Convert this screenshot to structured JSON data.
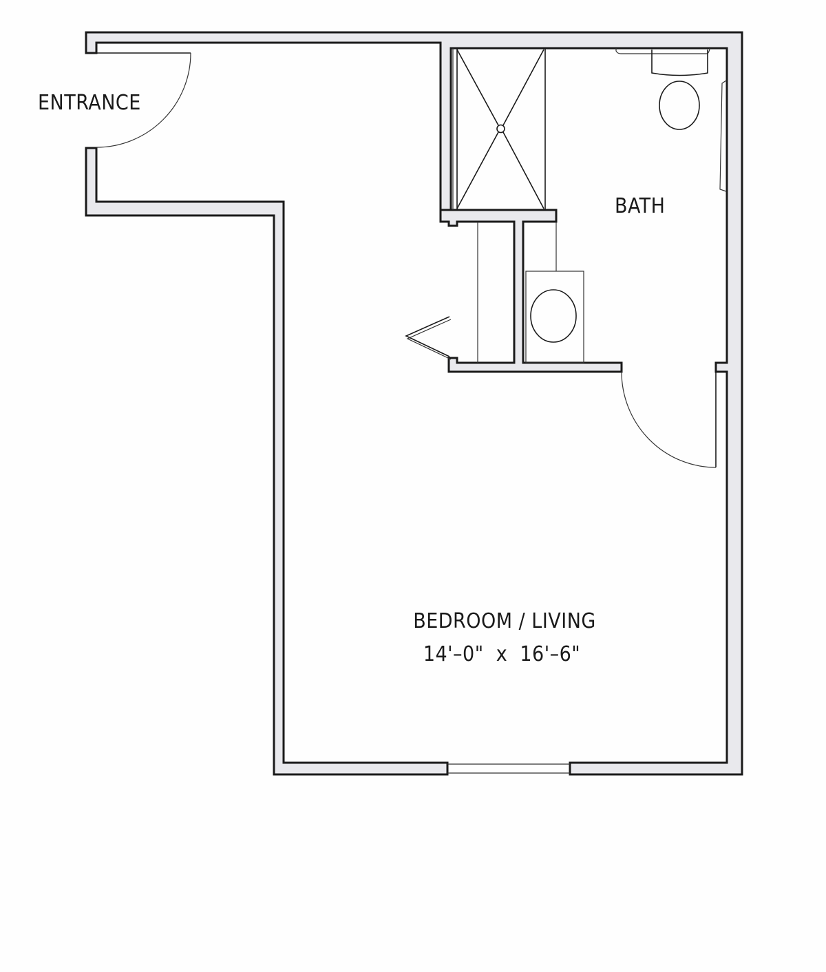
{
  "plan": {
    "rooms": {
      "entrance": "ENTRANCE",
      "bath": "BATH",
      "bedroom": "BEDROOM / LIVING",
      "bedroom_dimensions": "14'–0\"  x  16'–6\""
    },
    "colors": {
      "wall_fill": "#e9e9ed",
      "line": "#1a1a1a",
      "background": "#fefefe"
    }
  }
}
